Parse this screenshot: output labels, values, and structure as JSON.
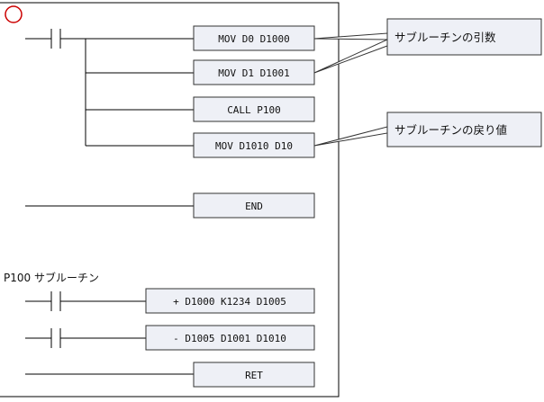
{
  "marker": {
    "color": "#cc0000"
  },
  "main_program": {
    "rung1": {
      "instructions": [
        "MOV D0 D1000",
        "MOV D1 D1001",
        "CALL P100",
        "MOV D1010 D10"
      ]
    },
    "end_label": "END"
  },
  "subroutine": {
    "label": "P100 サブルーチン",
    "instructions": [
      "+ D1000 K1234 D1005",
      "- D1005 D1001 D1010"
    ],
    "ret_label": "RET"
  },
  "callouts": {
    "arguments": "サブルーチンの引数",
    "return_value": "サブルーチンの戻り値"
  }
}
